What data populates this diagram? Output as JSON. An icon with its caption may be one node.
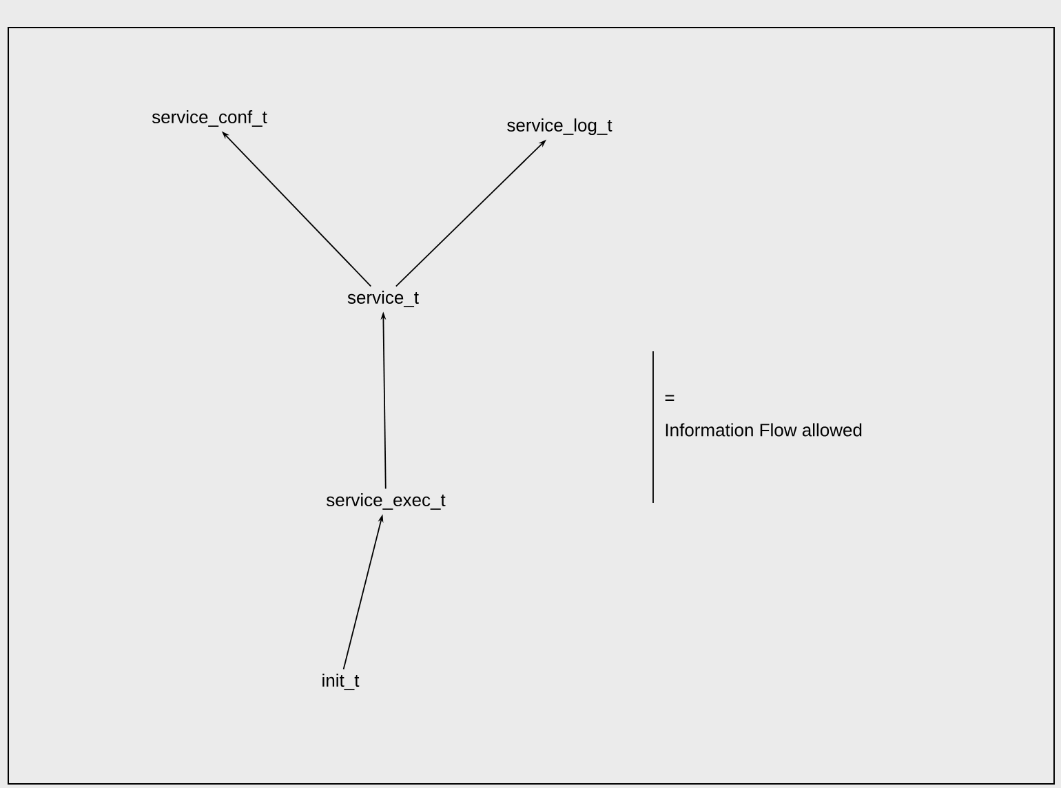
{
  "diagram": {
    "nodes": [
      {
        "text": [
          "service_conf_t"
        ]
      },
      {
        "text": [
          "service_log_t"
        ]
      },
      {
        "text": [
          "service_t"
        ]
      },
      {
        "text": [
          "service_exec_t"
        ]
      },
      {
        "text": [
          "init_t"
        ]
      }
    ],
    "edges": [
      {
        "from": 2,
        "to": 0,
        "arrow": "to"
      },
      {
        "from": 2,
        "to": 1,
        "arrow": "to"
      },
      {
        "from": 3,
        "to": 2,
        "arrow": "to"
      },
      {
        "from": 4,
        "to": 3,
        "arrow": "to"
      }
    ],
    "labels": [
      "="
    ],
    "legend": [
      {
        "text": "Information Flow allowed"
      }
    ]
  }
}
